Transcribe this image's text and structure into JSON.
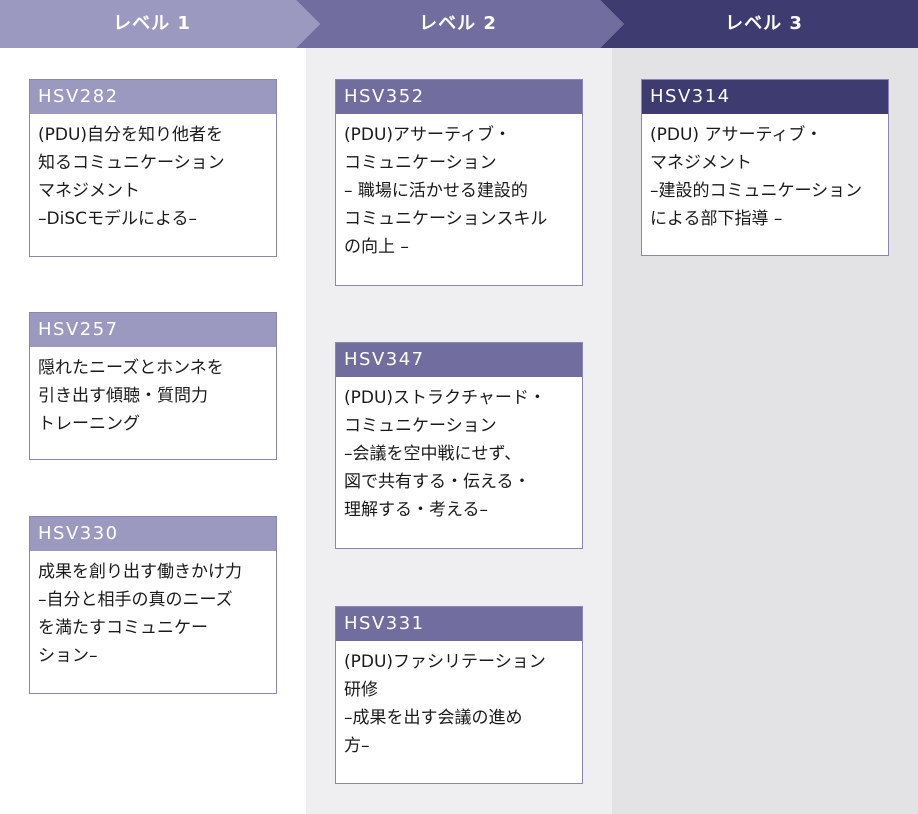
{
  "levels": [
    {
      "label": "レベル 1",
      "color": "#9c99c1"
    },
    {
      "label": "レベル 2",
      "color": "#716d9f"
    },
    {
      "label": "レベル 3",
      "color": "#3e3b70"
    }
  ],
  "cards": {
    "hsv282": {
      "code": "HSV282",
      "text": "(PDU)自分を知り他者を\n知るコミュニケーション\nマネジメント\n–DiSCモデルによる–"
    },
    "hsv257": {
      "code": "HSV257",
      "text": "隠れたニーズとホンネを\n引き出す傾聴・質問力\nトレーニング"
    },
    "hsv330": {
      "code": "HSV330",
      "text": "成果を創り出す働きかけ力\n–自分と相手の真のニーズ\nを満たすコミュニケー\nション–"
    },
    "hsv352": {
      "code": "HSV352",
      "text": "(PDU)アサーティブ・\nコミュニケーション\n– 職場に活かせる建設的\nコミュニケーションスキル\nの向上 –"
    },
    "hsv347": {
      "code": "HSV347",
      "text": "(PDU)ストラクチャード・\nコミュニケーション\n–会議を空中戦にせず、\n図で共有する・伝える・\n理解する・考える–"
    },
    "hsv331": {
      "code": "HSV331",
      "text": "(PDU)ファシリテーション\n研修\n–成果を出す会議の進め\n方–"
    },
    "hsv314": {
      "code": "HSV314",
      "text": "(PDU) アサーティブ・\nマネジメント\n–建設的コミュニケーション\nによる部下指導 –"
    }
  }
}
